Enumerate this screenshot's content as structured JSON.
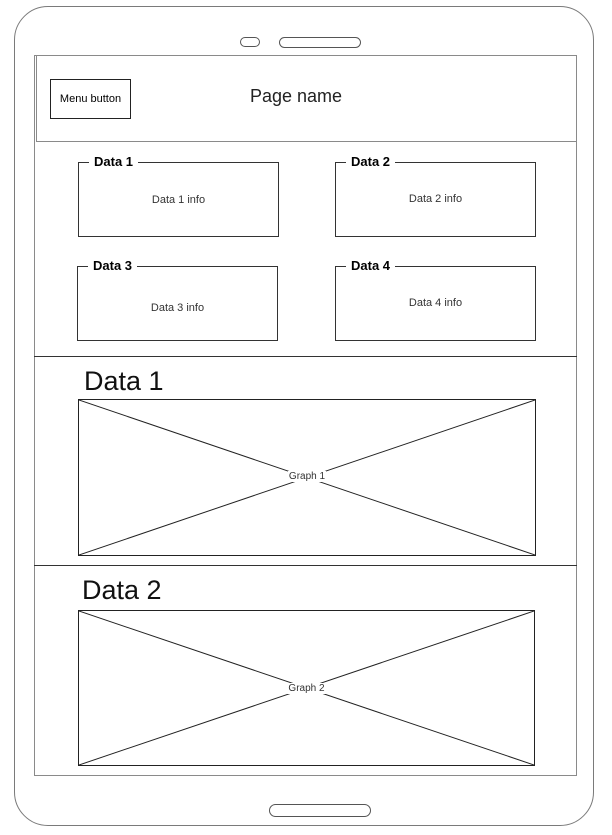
{
  "header": {
    "menu_button_label": "Menu button",
    "page_name": "Page name"
  },
  "cards": [
    {
      "title": "Data 1",
      "info": "Data 1 info"
    },
    {
      "title": "Data 2",
      "info": "Data 2 info"
    },
    {
      "title": "Data 3",
      "info": "Data 3 info"
    },
    {
      "title": "Data 4",
      "info": "Data 4 info"
    }
  ],
  "sections": [
    {
      "title": "Data 1",
      "graph_label": "Graph 1"
    },
    {
      "title": "Data 2",
      "graph_label": "Graph 2"
    }
  ]
}
